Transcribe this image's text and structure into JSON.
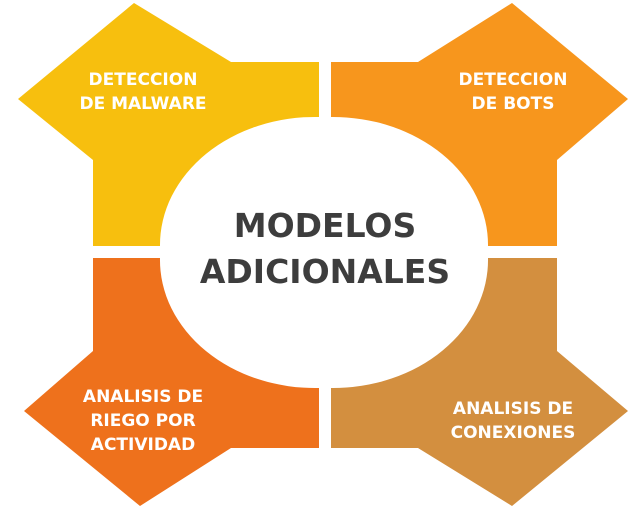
{
  "center": {
    "line1": "MODELOS",
    "line2": "ADICIONALES"
  },
  "segments": [
    {
      "id": "malware",
      "lines": [
        "DETECCION",
        "DE MALWARE"
      ],
      "color": "#F7BF0E"
    },
    {
      "id": "bots",
      "lines": [
        "DETECCION",
        "DE BOTS"
      ],
      "color": "#F7961D"
    },
    {
      "id": "riesgo",
      "lines": [
        "ANALISIS DE",
        "RIEGO POR",
        "ACTIVIDAD"
      ],
      "color": "#EE711C"
    },
    {
      "id": "conexiones",
      "lines": [
        "ANALISIS DE",
        "CONEXIONES"
      ],
      "color": "#D38F3F"
    }
  ],
  "colors": {
    "background": "#FFFFFF",
    "center_fill": "#FFFFFF",
    "title_text": "#3D3D3D",
    "label_text": "#FFFFFF"
  }
}
